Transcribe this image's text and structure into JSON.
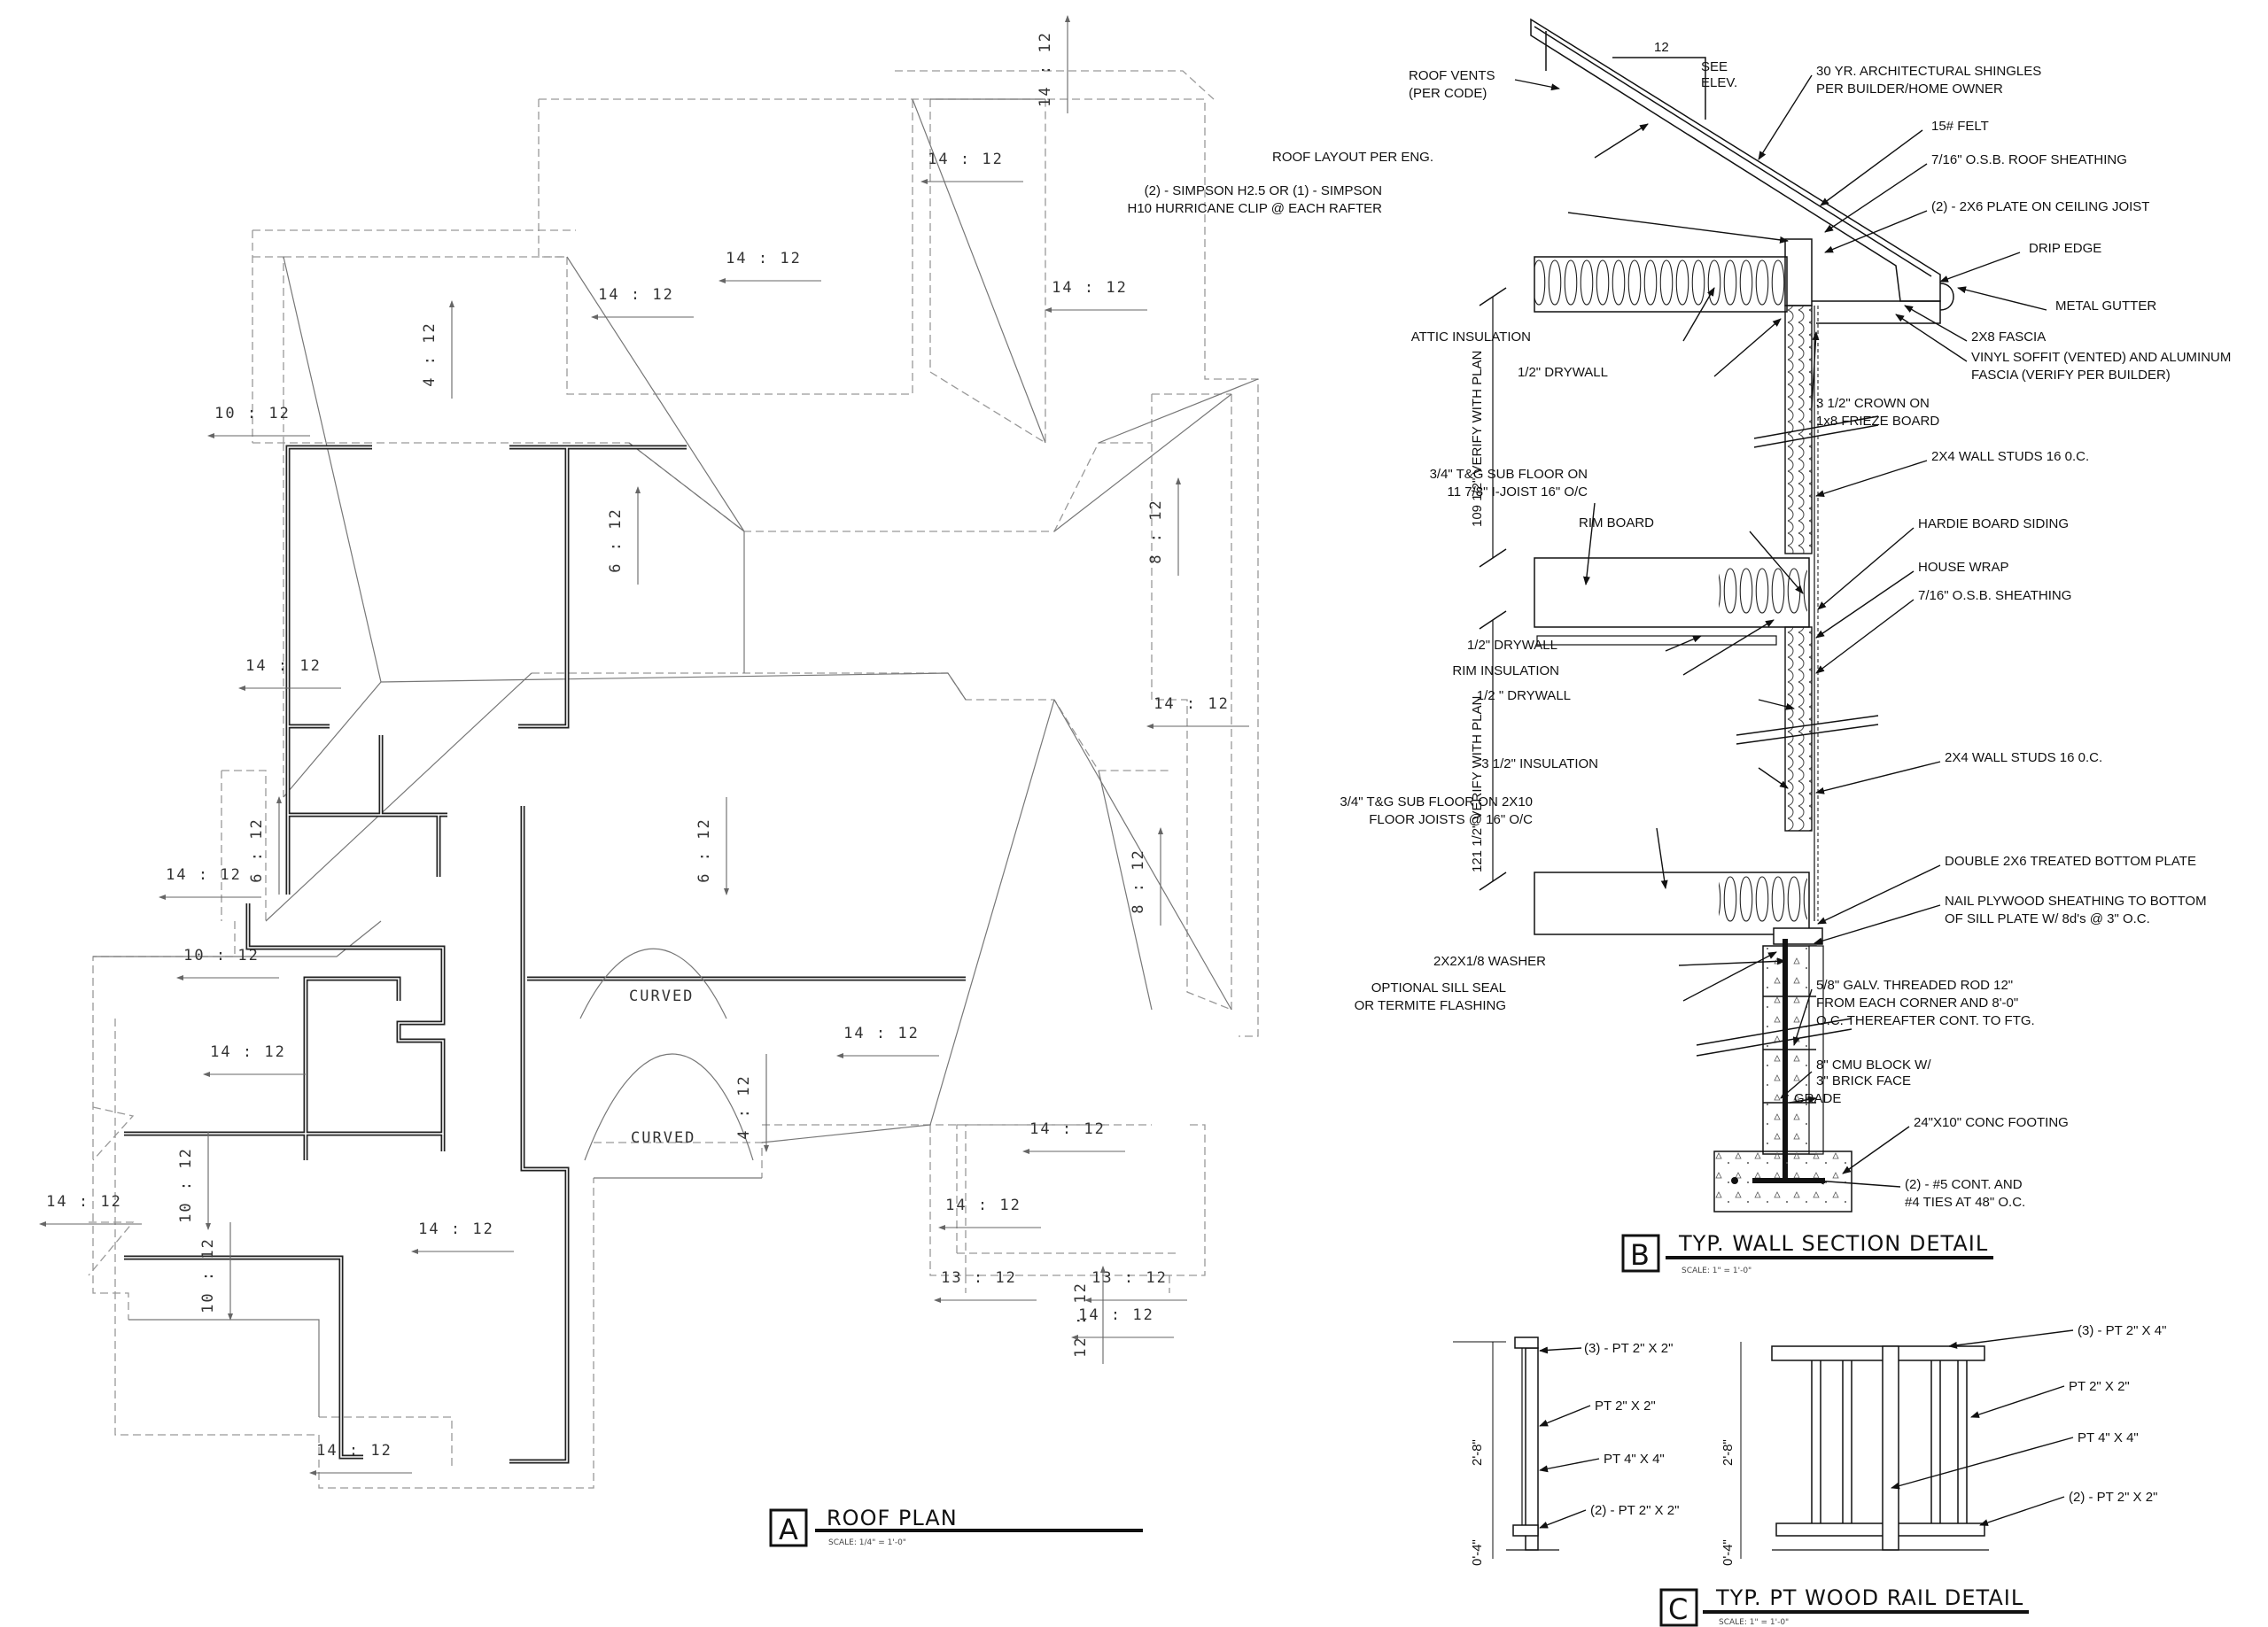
{
  "roof_plan": {
    "title": "ROOF PLAN",
    "scale": "SCALE:  1/4\" = 1'-0\"",
    "letter": "A",
    "slopes": [
      "14 : 12",
      "14 : 12",
      "14 : 12",
      "14 : 12",
      "4 : 12",
      "14 : 12",
      "10 : 12",
      "6 : 12",
      "8 : 12",
      "14 : 12",
      "14 : 12",
      "6 : 12",
      "6 : 12",
      "8 : 12",
      "14 : 12",
      "10 : 12",
      "14 : 12",
      "14 : 12",
      "4 : 12",
      "14 : 12",
      "10 : 12",
      "14 : 12",
      "14 : 12",
      "14 : 12",
      "10 : 12",
      "14 : 12",
      "13 : 12",
      "13 : 12",
      "12 : 12",
      "14 : 12"
    ],
    "curved_labels": [
      "CURVED",
      "CURVED"
    ]
  },
  "wall_section": {
    "title": "TYP. WALL SECTION DETAIL",
    "scale": "SCALE:  1\" = 1'-0\"",
    "letter": "B",
    "pitch": "12",
    "dims": [
      "109 1/2\" VERIFY WITH PLAN",
      "121 1/2\" VERIFY WITH PLAN"
    ],
    "left_notes": [
      "ROOF VENTS",
      "(PER CODE)",
      "ROOF LAYOUT PER ENG.",
      "(2) - SIMPSON H2.5 OR (1) - SIMPSON",
      "H10 HURRICANE CLIP @ EACH RAFTER",
      "ATTIC INSULATION",
      "1/2\" DRYWALL",
      "3/4\" T&G SUB FLOOR ON",
      "11 7/8\" I-JOIST 16\" O/C",
      "RIM BOARD",
      "1/2\" DRYWALL",
      "RIM INSULATION",
      "1/2 \" DRYWALL",
      "3 1/2\" INSULATION",
      "3/4\" T&G SUB FLOOR ON 2X10",
      "FLOOR JOISTS @ 16\" O/C",
      "2X2X1/8 WASHER",
      "OPTIONAL SILL SEAL",
      "OR TERMITE FLASHING"
    ],
    "right_notes": [
      "SEE",
      "ELEV.",
      "30 YR. ARCHITECTURAL SHINGLES",
      "PER BUILDER/HOME OWNER",
      "15# FELT",
      "7/16\" O.S.B. ROOF SHEATHING",
      "(2) - 2X6 PLATE ON CEILING JOIST",
      "DRIP EDGE",
      "METAL GUTTER",
      "2X8 FASCIA",
      "VINYL SOFFIT (VENTED)  AND ALUMINUM",
      "FASCIA (VERIFY PER BUILDER)",
      "3 1/2\" CROWN ON",
      "1x8 FRIEZE BOARD",
      "2X4 WALL STUDS 16 0.C.",
      "HARDIE BOARD SIDING",
      "HOUSE WRAP",
      "7/16\" O.S.B. SHEATHING",
      "2X4 WALL STUDS 16 0.C.",
      "DOUBLE 2X6 TREATED BOTTOM PLATE",
      "NAIL PLYWOOD SHEATHING TO BOTTOM",
      "OF SILL PLATE W/ 8d's @ 3\" O.C.",
      "5/8\" GALV. THREADED ROD 12\"",
      "FROM EACH CORNER AND 8'-0\"",
      "O.C. THEREAFTER CONT. TO FTG.",
      "8\" CMU BLOCK W/",
      "3\" BRICK FACE",
      "GRADE",
      "24\"X10\" CONC FOOTING",
      "(2) - #5 CONT. AND",
      "#4 TIES AT 48\" O.C."
    ]
  },
  "rail_detail": {
    "title": "TYP. PT WOOD RAIL DETAIL",
    "scale": "SCALE:  1\" = 1'-0\"",
    "letter": "C",
    "dims": [
      "2'-8\"",
      "0'-4\"",
      "2'-8\"",
      "0'-4\""
    ],
    "notes": [
      "(3) - PT 2\" X 2\"",
      "PT 2\" X 2\"",
      "PT 4\" X 4\"",
      "(2) - PT 2\" X 2\"",
      "(3) - PT 2\" X 4\"",
      "PT 2\" X 2\"",
      "PT 4\" X 4\"",
      "(2) - PT 2\" X 2\""
    ]
  }
}
